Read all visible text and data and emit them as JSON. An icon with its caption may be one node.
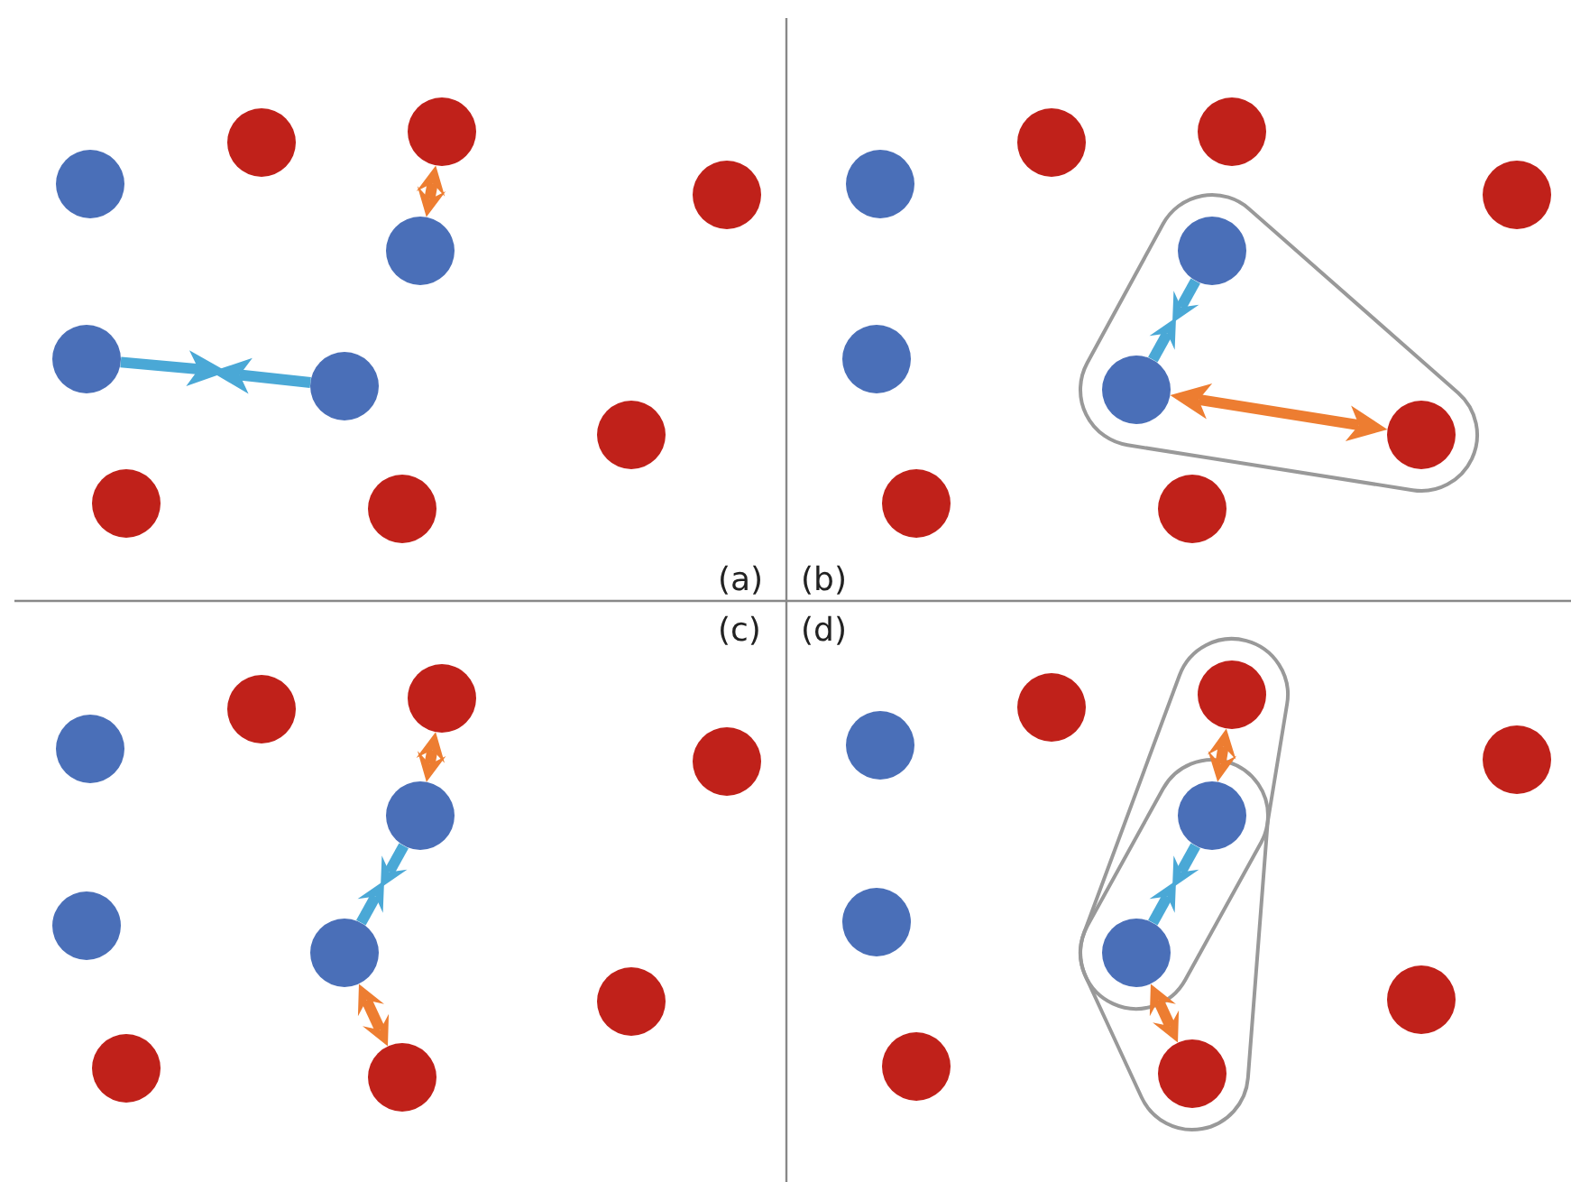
{
  "diagram": {
    "nodes": [
      {
        "text": [],
        "shape": "circle"
      },
      {
        "text": [],
        "shape": "circle"
      },
      {
        "text": [],
        "shape": "circle"
      },
      {
        "text": [],
        "shape": "circle"
      },
      {
        "text": [],
        "shape": "circle"
      },
      {
        "text": [],
        "shape": "circle"
      },
      {
        "text": [],
        "shape": "circle"
      },
      {
        "text": [],
        "shape": "circle"
      },
      {
        "text": [],
        "shape": "circle"
      },
      {
        "text": [],
        "shape": "circle"
      },
      {
        "text": [],
        "shape": "circle"
      },
      {
        "text": [],
        "shape": "circle"
      },
      {
        "text": [],
        "shape": "circle"
      },
      {
        "text": [],
        "shape": "circle"
      },
      {
        "text": [],
        "shape": "outline"
      },
      {
        "text": [],
        "shape": "circle",
        "in": 14
      },
      {
        "text": [],
        "shape": "circle"
      },
      {
        "text": [],
        "shape": "circle",
        "in": 14
      },
      {
        "text": [],
        "shape": "circle",
        "in": 14
      },
      {
        "text": [],
        "shape": "circle"
      },
      {
        "text": [],
        "shape": "circle"
      },
      {
        "text": [],
        "shape": "circle"
      },
      {
        "text": [],
        "shape": "circle"
      },
      {
        "text": [],
        "shape": "circle"
      },
      {
        "text": [],
        "shape": "circle"
      },
      {
        "text": [],
        "shape": "circle"
      },
      {
        "text": [],
        "shape": "circle"
      },
      {
        "text": [],
        "shape": "circle"
      },
      {
        "text": [],
        "shape": "circle"
      },
      {
        "text": [],
        "shape": "circle"
      },
      {
        "text": [],
        "shape": "circle"
      },
      {
        "text": [],
        "shape": "outline"
      },
      {
        "text": [],
        "shape": "outline"
      },
      {
        "text": [],
        "shape": "circle",
        "in": 31
      },
      {
        "text": [],
        "shape": "circle"
      },
      {
        "text": [],
        "shape": "circle"
      },
      {
        "text": [],
        "shape": "circle"
      },
      {
        "text": [],
        "shape": "circle"
      },
      {
        "text": [],
        "shape": "circle"
      },
      {
        "text": [],
        "shape": "circle"
      },
      {
        "text": [],
        "shape": "circle"
      },
      {
        "text": [],
        "shape": "circle"
      },
      {
        "text": [],
        "shape": "circle",
        "in": 32
      }
    ],
    "edges": [
      {
        "from": 5,
        "to": null,
        "arrow": "to"
      },
      {
        "from": 6,
        "to": null,
        "arrow": "to"
      },
      {
        "from": 0,
        "to": 4,
        "arrow": "both",
        "color": "#ed7d31"
      },
      {
        "from": 15,
        "to": null,
        "arrow": "to"
      },
      {
        "from": 17,
        "to": null,
        "arrow": "to"
      },
      {
        "from": 17,
        "to": 18,
        "arrow": "both",
        "color": "#ed7d31"
      },
      {
        "from": 21,
        "to": 25,
        "arrow": "both",
        "color": "#ed7d31"
      },
      {
        "from": 25,
        "to": null,
        "arrow": "to"
      },
      {
        "from": 27,
        "to": null,
        "arrow": "to"
      },
      {
        "from": 27,
        "to": 30,
        "arrow": "both",
        "color": "#ed7d31"
      },
      {
        "from": 33,
        "to": 37,
        "arrow": "both",
        "color": "#ed7d31"
      },
      {
        "from": 37,
        "to": null,
        "arrow": "to"
      },
      {
        "from": 39,
        "to": null,
        "arrow": "to"
      },
      {
        "from": 39,
        "to": 42,
        "arrow": "both",
        "color": "#ed7d31"
      }
    ],
    "labels": [
      "(a)",
      "(b)",
      "(c)",
      "(d)"
    ]
  }
}
